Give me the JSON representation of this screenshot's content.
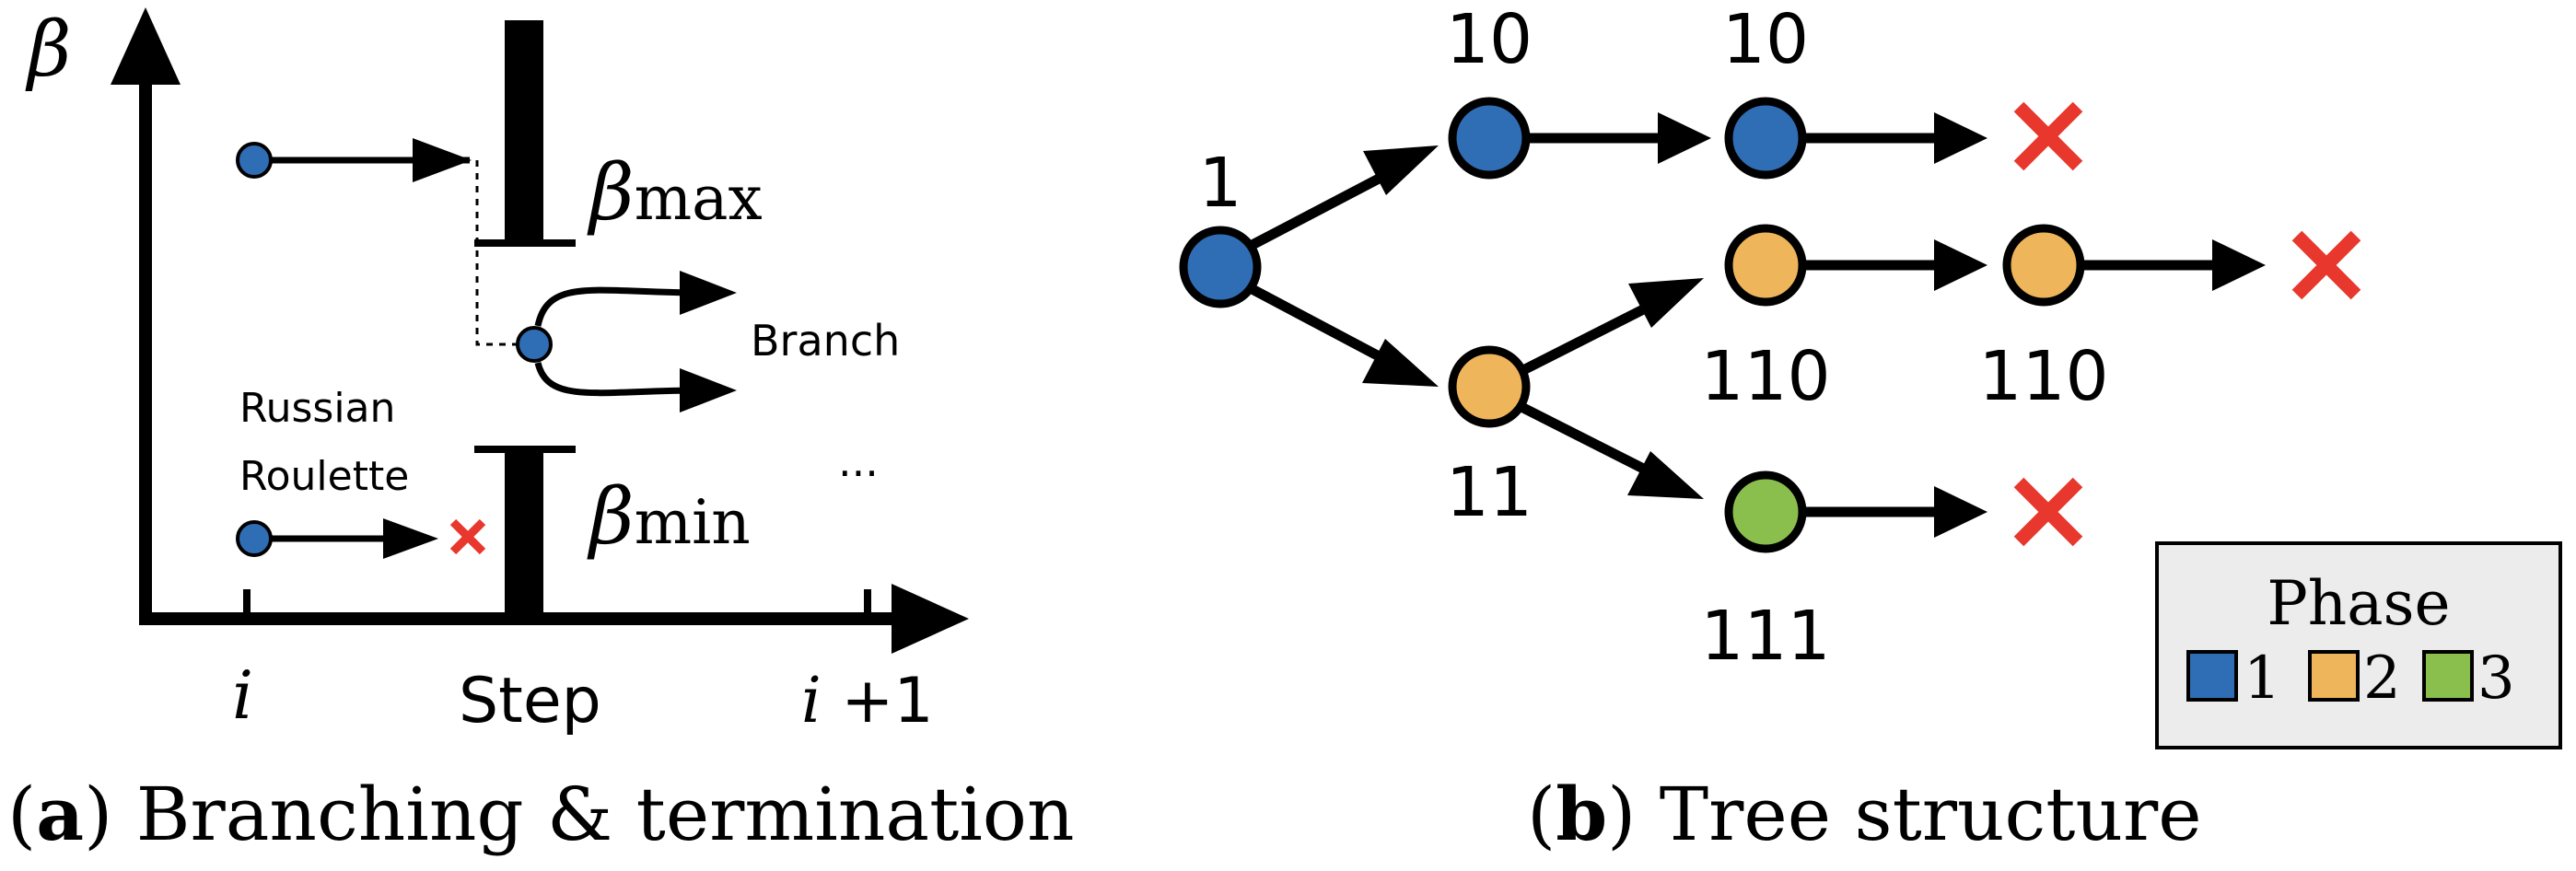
{
  "panel_a": {
    "y_axis_symbol": "β",
    "x_axis_label": "Step",
    "tick_i": "i",
    "tick_i_plus_1_var": "i",
    "tick_i_plus_1_suffix": " +1",
    "beta_max_symbol": "β",
    "beta_max_subscript": "max",
    "beta_min_symbol": "β",
    "beta_min_subscript": "min",
    "branch_label": "Branch",
    "roulette_line1": "Russian",
    "roulette_line2": "Roulette",
    "ellipsis": "···",
    "caption_letter": "a",
    "caption_text": "Branching & termination"
  },
  "panel_b": {
    "nodes": [
      {
        "id": "n1",
        "label": "1",
        "phase": 1
      },
      {
        "id": "n10a",
        "label": "10",
        "phase": 1
      },
      {
        "id": "n10b",
        "label": "10",
        "phase": 1
      },
      {
        "id": "n11",
        "label": "11",
        "phase": 2
      },
      {
        "id": "n110a",
        "label": "110",
        "phase": 2
      },
      {
        "id": "n110b",
        "label": "110",
        "phase": 2
      },
      {
        "id": "n111",
        "label": "111",
        "phase": 3
      }
    ],
    "legend": {
      "title": "Phase",
      "items": [
        {
          "label": "1",
          "color": "#2f6db5"
        },
        {
          "label": "2",
          "color": "#efb55a"
        },
        {
          "label": "3",
          "color": "#8bbf4d"
        }
      ]
    },
    "caption_letter": "b",
    "caption_text": "Tree structure"
  },
  "colors": {
    "phase_1": "#2f6db5",
    "phase_2": "#efb55a",
    "phase_3": "#8bbf4d",
    "terminate": "#e8372c",
    "ink": "#000000",
    "legend_bg": "#ececec"
  }
}
